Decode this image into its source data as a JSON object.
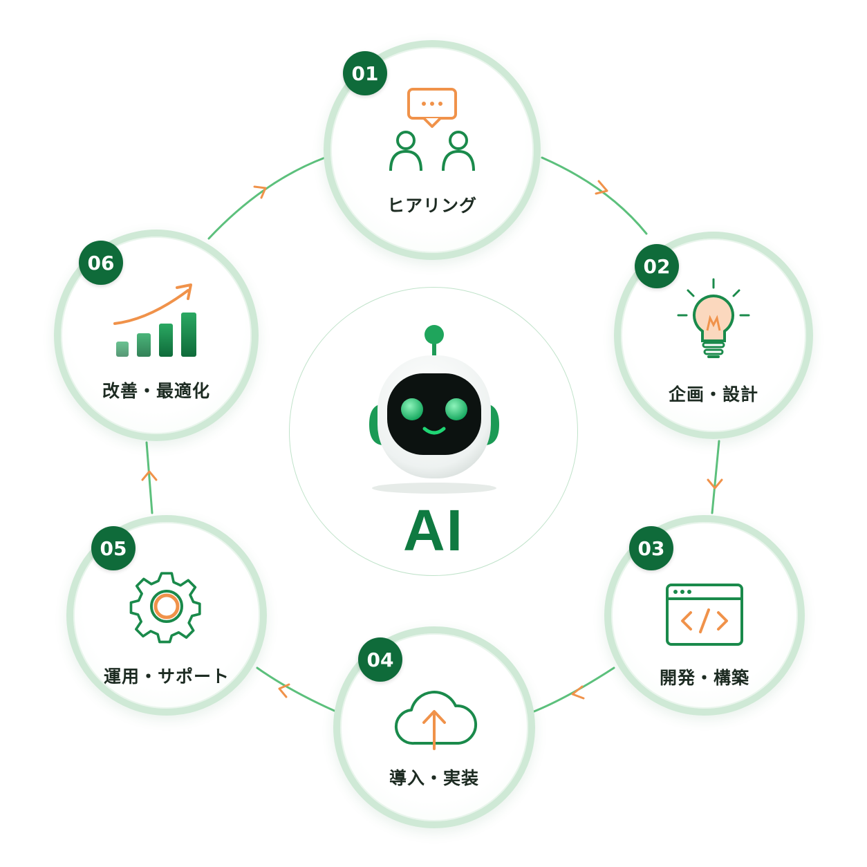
{
  "center": {
    "label": "AI"
  },
  "steps": [
    {
      "number": "01",
      "label": "ヒアリング",
      "icon": "people-conversation-icon"
    },
    {
      "number": "02",
      "label": "企画・設計",
      "icon": "lightbulb-icon"
    },
    {
      "number": "03",
      "label": "開発・構築",
      "icon": "code-window-icon"
    },
    {
      "number": "04",
      "label": "導入・実装",
      "icon": "cloud-upload-icon"
    },
    {
      "number": "05",
      "label": "運用・サポート",
      "icon": "gear-icon"
    },
    {
      "number": "06",
      "label": "改善・最適化",
      "icon": "growth-chart-icon"
    }
  ],
  "colors": {
    "primary_green": "#0f6b3a",
    "accent_orange": "#f0924a",
    "ring_green": "#cfe9d6"
  }
}
